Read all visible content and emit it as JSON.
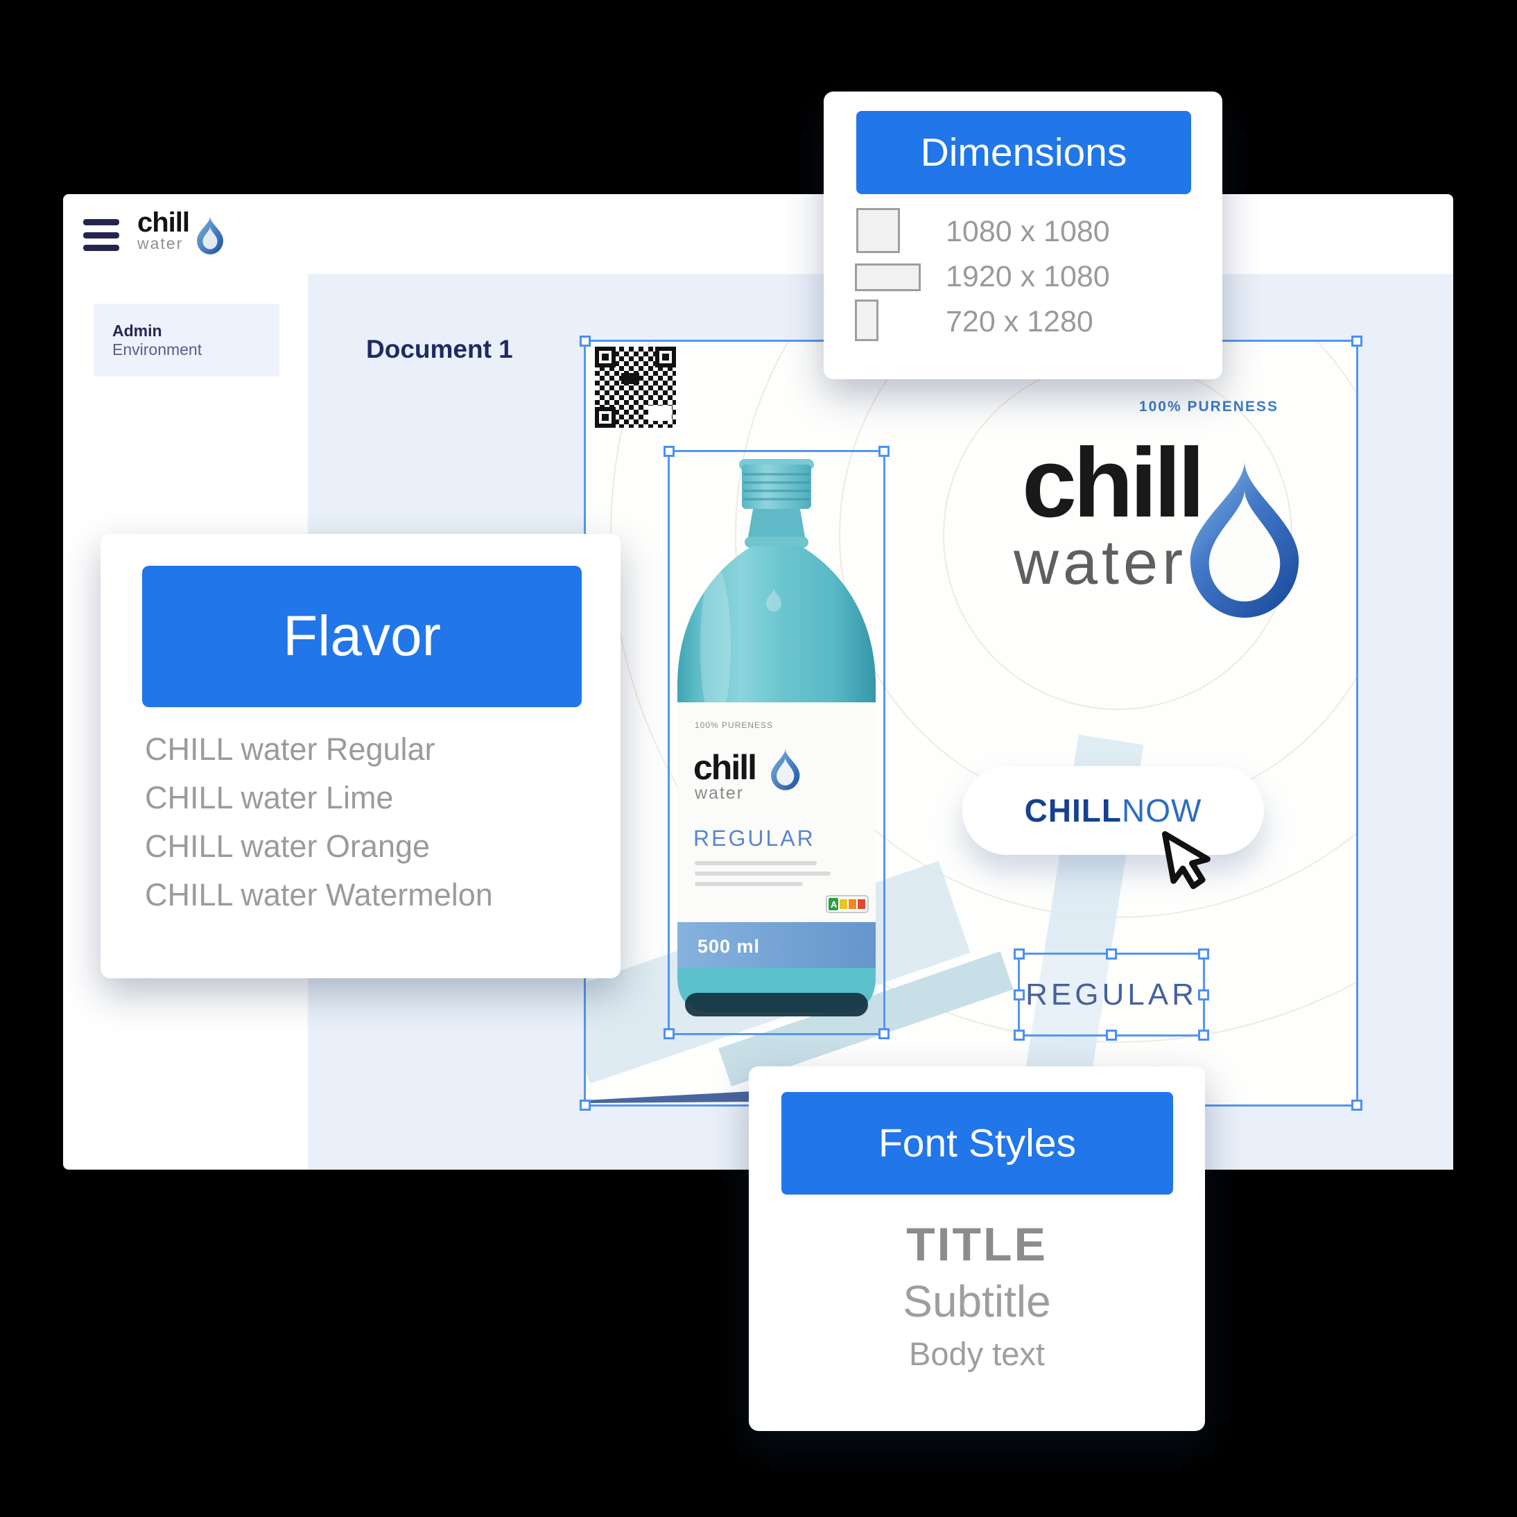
{
  "brand": {
    "bold": "chill",
    "light": "water"
  },
  "sidebar": {
    "admin": "Admin",
    "environment": "Environment"
  },
  "canvas": {
    "document_title": "Document 1"
  },
  "document": {
    "pureness": "100% PURENESS",
    "logo": {
      "bold": "chill",
      "light": "water"
    },
    "cta": {
      "bold": "CHILL",
      "regular": "NOW"
    },
    "selected_text": "REGULAR",
    "bottle": {
      "pureness": "100% PURENESS",
      "brand_bold": "chill",
      "brand_light": "water",
      "flavor": "REGULAR",
      "volume": "500 ml",
      "nutri_grade": "A"
    }
  },
  "panels": {
    "dimensions": {
      "title": "Dimensions",
      "options": [
        "1080 x 1080",
        "1920 x 1080",
        "720 x 1280"
      ]
    },
    "flavor": {
      "title": "Flavor",
      "options": [
        "CHILL water Regular",
        "CHILL water Lime",
        "CHILL water Orange",
        "CHILL water Watermelon"
      ]
    },
    "font_styles": {
      "title": "Font Styles",
      "samples": {
        "title": "TITLE",
        "subtitle": "Subtitle",
        "body": "Body text"
      }
    }
  },
  "colors": {
    "accent_blue": "#2176E9",
    "selection_blue": "#4A90F5",
    "canvas_bg": "#E9F0F9",
    "navy_text": "#1F2A63",
    "muted_gray": "#9A9A9A",
    "bottle_teal": "#5FBDC9",
    "wedge_navy": "#4A66A0"
  }
}
